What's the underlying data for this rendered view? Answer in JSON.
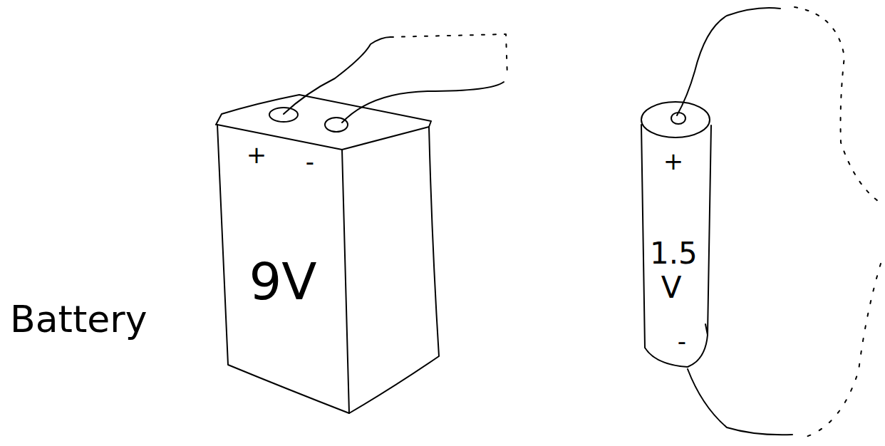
{
  "diagram": {
    "nodes": [
      {
        "text": [
          "+",
          "-",
          "9V"
        ]
      },
      {
        "text": [
          "+",
          "1.5 V",
          "-"
        ]
      }
    ],
    "labels": [
      "Battery"
    ]
  }
}
